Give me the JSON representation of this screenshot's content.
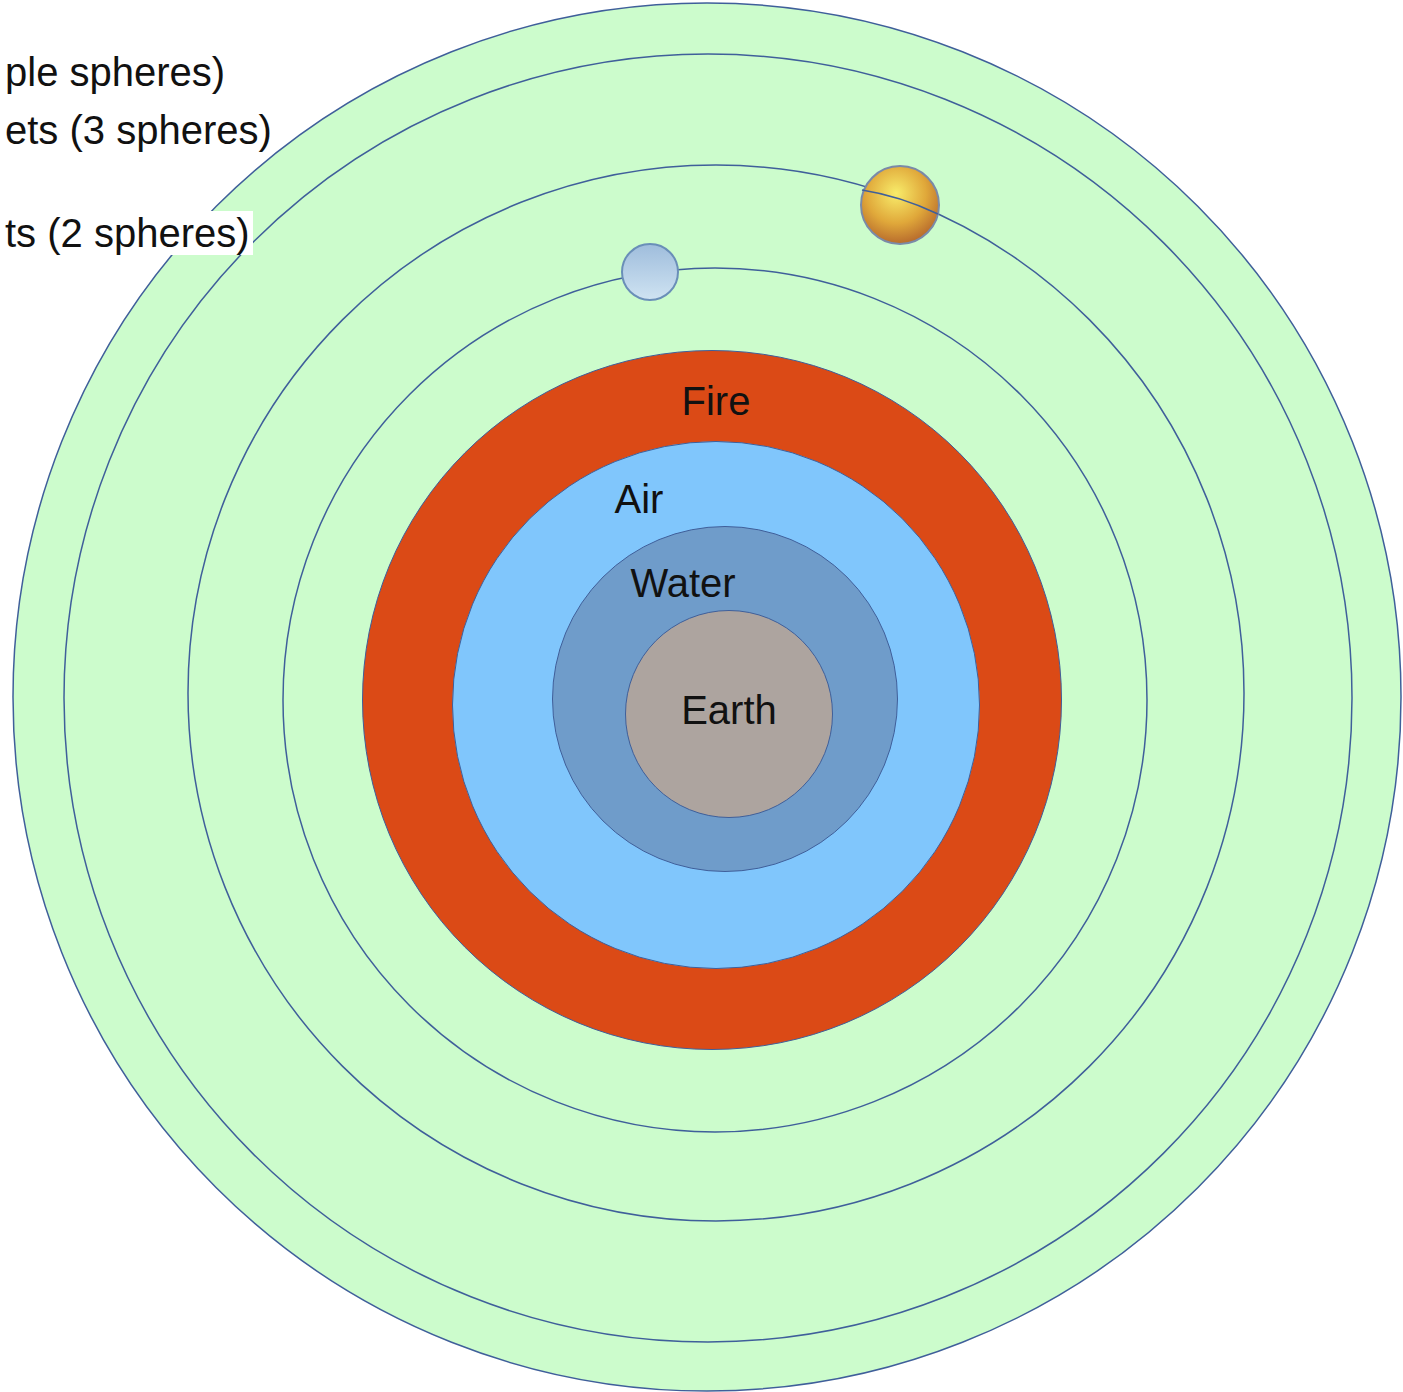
{
  "diagram": {
    "nodes": [
      {
        "text": [
          "Fire"
        ]
      },
      {
        "text": [
          "Air"
        ],
        "in": 0
      },
      {
        "text": [
          "Water"
        ],
        "in": 1
      },
      {
        "text": [
          "Earth"
        ],
        "in": 2
      }
    ],
    "labels": [
      "ple spheres)",
      "ets (3 spheres)",
      "ts (2 spheres)"
    ]
  }
}
